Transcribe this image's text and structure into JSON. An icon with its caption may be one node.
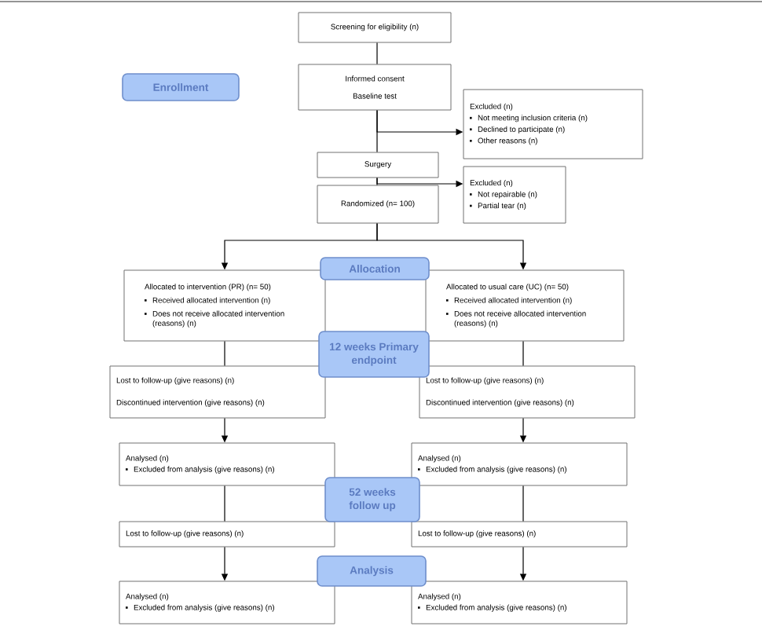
{
  "diagram": {
    "nodes": [
      {
        "text": [
          "Screening for eligibility (n)"
        ]
      },
      {
        "text": [
          "Enrollment"
        ]
      },
      {
        "text": [
          "Informed consent",
          "Baseline test"
        ]
      },
      {
        "text": [
          "Excluded  (n)",
          "Not meeting inclusion criteria (n)",
          "Declined to participate (n)",
          "Other reasons (n)"
        ]
      },
      {
        "text": [
          "Surgery"
        ]
      },
      {
        "text": [
          "Excluded  (n)",
          "Not repairable (n)",
          "Partial tear (n)"
        ]
      },
      {
        "text": [
          "Randomized (n= 100)"
        ]
      },
      {
        "text": [
          "Allocation"
        ]
      },
      {
        "text": [
          "Allocated to intervention (PR) (n= 50)",
          "Received allocated intervention (n)",
          "Does not receive allocated intervention (reasons) (n)"
        ]
      },
      {
        "text": [
          "Allocated to usual care (UC) (n= 50)",
          "Received allocated intervention (n)",
          "Does not receive allocated intervention (reasons) (n)"
        ]
      },
      {
        "text": [
          "12 weeks Primary endpoint"
        ]
      },
      {
        "text": [
          "Lost to follow-up (give reasons) (n)",
          "Discontinued intervention (give reasons) (n)"
        ]
      },
      {
        "text": [
          "Lost to follow-up (give reasons) (n)",
          "Discontinued intervention (give reasons) (n)"
        ]
      },
      {
        "text": [
          "Analysed  (n)",
          "Excluded from analysis (give reasons) (n)"
        ]
      },
      {
        "text": [
          "Analysed  (n)",
          "Excluded from analysis (give reasons) (n)"
        ]
      },
      {
        "text": [
          "52 weeks follow up"
        ]
      },
      {
        "text": [
          "Lost to follow-up (give reasons) (n)"
        ]
      },
      {
        "text": [
          "Lost to follow-up (give reasons) (n)"
        ]
      },
      {
        "text": [
          "Analysis"
        ]
      },
      {
        "text": [
          "Analysed  (n)",
          "Excluded from analysis (give reasons) (n)"
        ]
      },
      {
        "text": [
          "Analysed  (n)",
          "Excluded from analysis (give reasons) (n)"
        ]
      }
    ],
    "edges": [
      {
        "from": 0,
        "to": 2,
        "arrow": "none"
      },
      {
        "from": 2,
        "to": 3,
        "arrow": "to"
      },
      {
        "from": 2,
        "to": 4,
        "arrow": "none"
      },
      {
        "from": 4,
        "to": 5,
        "arrow": "to"
      },
      {
        "from": 4,
        "to": 6,
        "arrow": "none"
      },
      {
        "from": 6,
        "to": 8,
        "arrow": "to"
      },
      {
        "from": 6,
        "to": 9,
        "arrow": "to"
      },
      {
        "from": 8,
        "to": 11,
        "arrow": "none"
      },
      {
        "from": 9,
        "to": 12,
        "arrow": "none"
      },
      {
        "from": 11,
        "to": 13,
        "arrow": "to"
      },
      {
        "from": 12,
        "to": 14,
        "arrow": "to"
      },
      {
        "from": 13,
        "to": 16,
        "arrow": "none"
      },
      {
        "from": 14,
        "to": 17,
        "arrow": "none"
      },
      {
        "from": 16,
        "to": 19,
        "arrow": "to"
      },
      {
        "from": 17,
        "to": 20,
        "arrow": "to"
      }
    ]
  }
}
